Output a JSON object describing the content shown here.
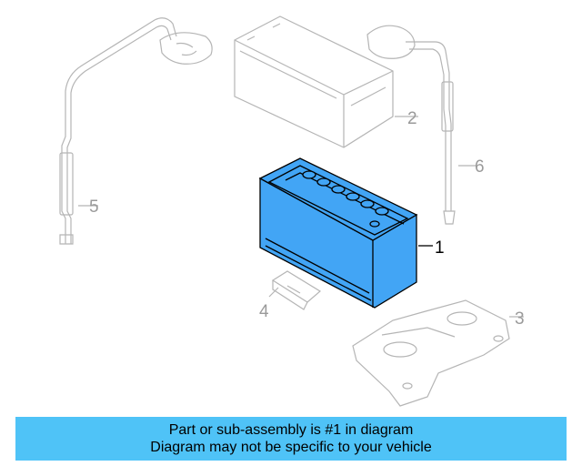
{
  "callouts": {
    "c1": "1",
    "c2": "2",
    "c3": "3",
    "c4": "4",
    "c5": "5",
    "c6": "6"
  },
  "banner": {
    "line1": "Part or sub-assembly is #1 in diagram",
    "line2": "Diagram may not be specific to your vehicle"
  },
  "colors": {
    "highlight": "#4fc3f7",
    "active_part_fill": "#42a5f5",
    "ghost_line": "#b5b5b5",
    "outline": "#000000"
  }
}
